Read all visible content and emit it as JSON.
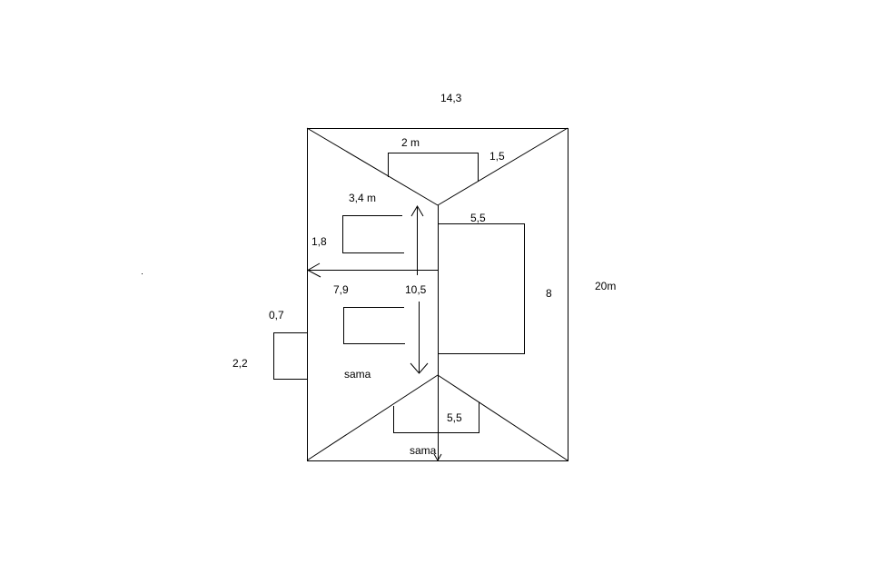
{
  "labels": {
    "top_width": "14,3",
    "top_box_width": "2 m",
    "top_slope": "1,5",
    "upper_left_box": "3,4 m",
    "right_box_width": "5,5",
    "left_depth": "1,8",
    "overall_height": "20m",
    "mid_left": "7,9",
    "center_length": "10,5",
    "right_box_height": "8",
    "side_box_width": "0,7",
    "side_box_height": "2,2",
    "lower_same": "sama",
    "bottom_box": "5,5",
    "bottom_same": "sama"
  },
  "colors": {
    "line": "#000000",
    "background": "#ffffff"
  }
}
